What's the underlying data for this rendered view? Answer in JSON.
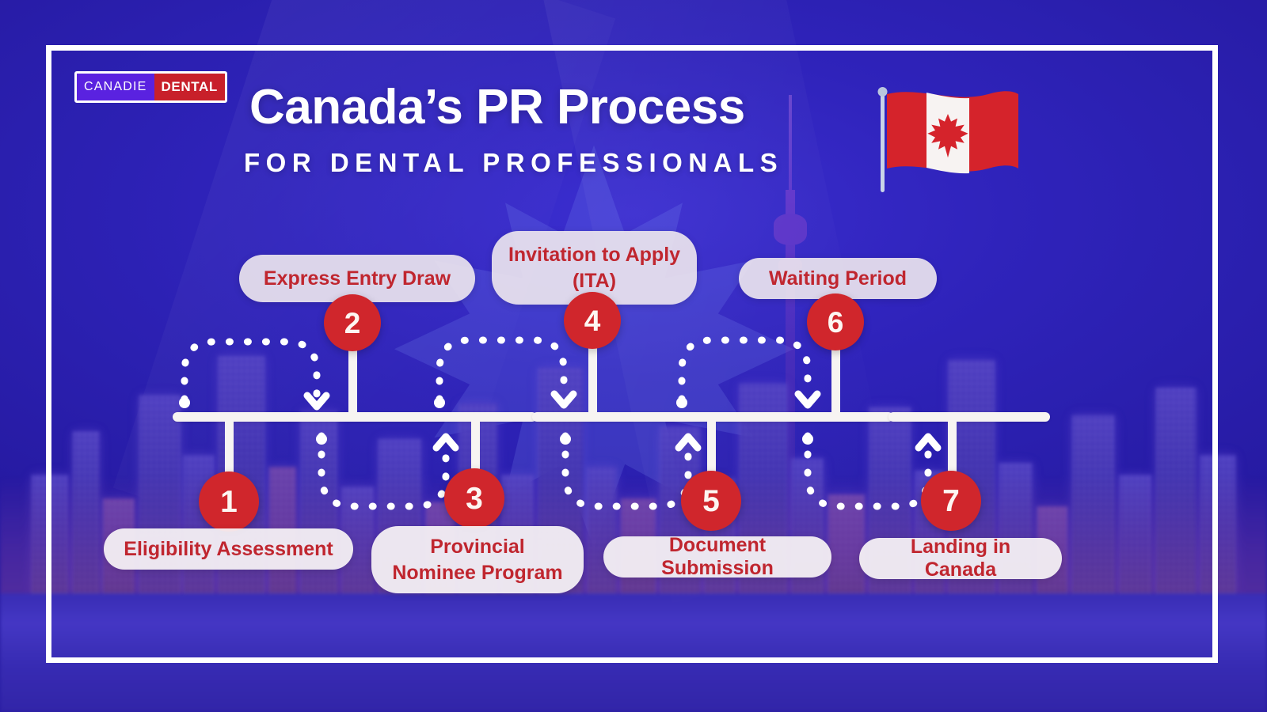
{
  "brand": {
    "logo_left": "CANADIE",
    "logo_right": "DENTAL",
    "logo_left_color": "#5a22e0",
    "logo_right_color": "#c8202a"
  },
  "header": {
    "title": "Canada’s PR Process",
    "subtitle": "FOR DENTAL PROFESSIONALS",
    "flag_icon": "canada-flag-icon",
    "flag_red": "#d5232b",
    "flag_white": "#f7f3f2"
  },
  "theme": {
    "background_blue": "#2a1fae",
    "accent_red": "#d0262c",
    "pill_bg": "#f2eef1",
    "pill_text": "#c0262f",
    "line_white": "#f7f4f2"
  },
  "flow": {
    "orientation": "horizontal-timeline",
    "steps": [
      {
        "number": "1",
        "label": "Eligibility Assessment",
        "row": "bottom"
      },
      {
        "number": "2",
        "label": "Express Entry Draw",
        "row": "top"
      },
      {
        "number": "3",
        "label": "Provincial Nominee Program",
        "row": "bottom"
      },
      {
        "number": "4",
        "label": "Invitation to Apply (ITA)",
        "row": "top"
      },
      {
        "number": "5",
        "label": "Document Submission",
        "row": "bottom"
      },
      {
        "number": "6",
        "label": "Waiting Period",
        "row": "top"
      },
      {
        "number": "7",
        "label": "Landing in Canada",
        "row": "bottom"
      }
    ],
    "connector_style": "dotted-arc-with-chevron-arrow",
    "connector_count": 6
  }
}
